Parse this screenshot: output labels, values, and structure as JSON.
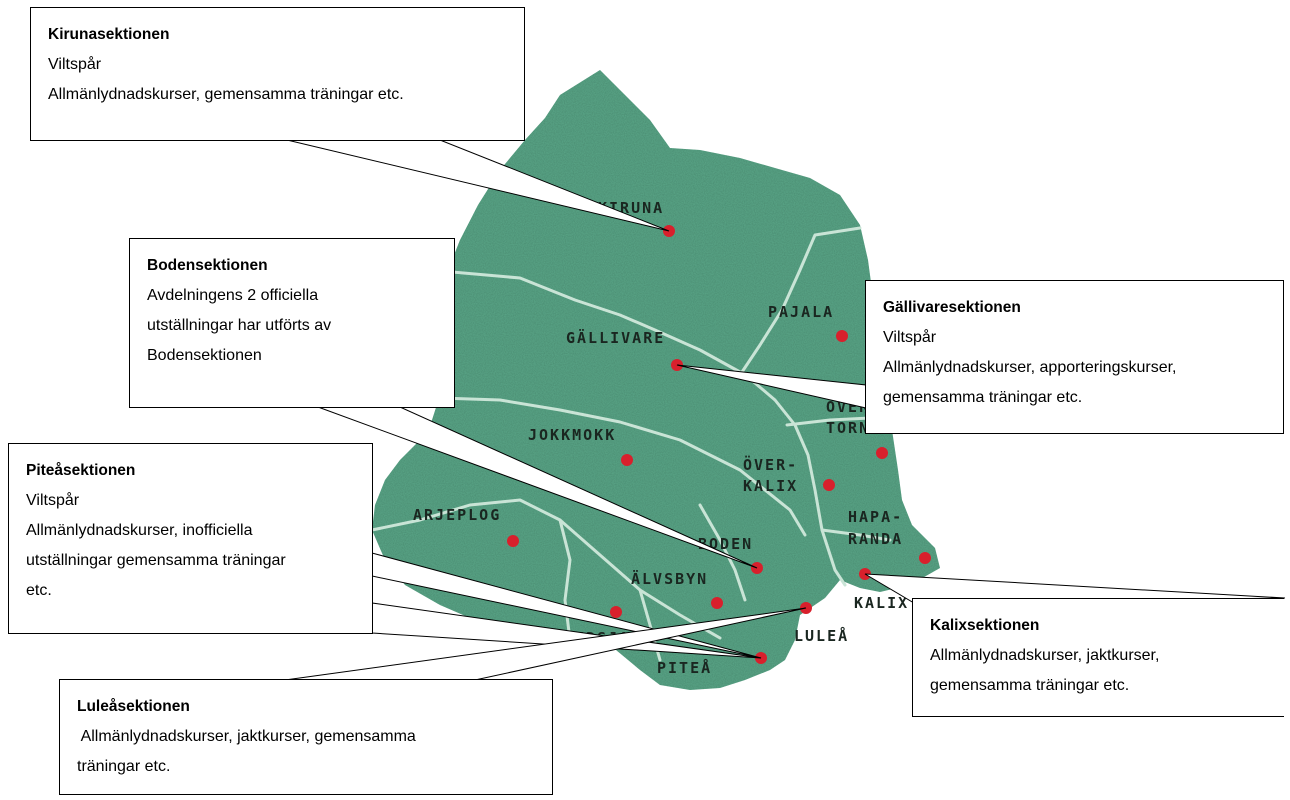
{
  "map": {
    "land_color": "#5ba889",
    "border_color": "#c9e4d6",
    "marker_color": "#d8202c",
    "cities": [
      {
        "name": "KIRUNA"
      },
      {
        "name": "PAJALA"
      },
      {
        "name": "GÄLLIVARE"
      },
      {
        "name": "JOKKMOKK"
      },
      {
        "name": "ÖVER-"
      },
      {
        "name": "KALIX"
      },
      {
        "name": "ARJEPLOG"
      },
      {
        "name": "BODEN"
      },
      {
        "name": "HAPA-"
      },
      {
        "name": "RANDA"
      },
      {
        "name": "ÄLVSBYN"
      },
      {
        "name": "KALIX"
      },
      {
        "name": "LULEÅ"
      },
      {
        "name": "ARVIDSJAUR"
      },
      {
        "name": "PITEÅ"
      },
      {
        "name": "ÖVER"
      },
      {
        "name": "TORNEÅ"
      }
    ]
  },
  "callouts": {
    "kiruna": {
      "title": "Kirunasektionen",
      "lines": [
        "Viltspår",
        "Allmänlydnadskurser, gemensamma träningar etc."
      ]
    },
    "boden": {
      "title": "Bodensektionen",
      "lines": [
        "Avdelningens 2 officiella",
        "utställningar har utförts av",
        "Bodensektionen"
      ]
    },
    "gallivare": {
      "title": "Gällivaresektionen",
      "lines": [
        "Viltspår",
        "Allmänlydnadskurser, apporteringskurser,",
        "gemensamma träningar etc."
      ]
    },
    "pitea": {
      "title": "Piteåsektionen",
      "lines": [
        "Viltspår",
        "Allmänlydnadskurser, inofficiella",
        "utställningar gemensamma träningar",
        "etc."
      ]
    },
    "kalix": {
      "title": "Kalixsektionen",
      "lines": [
        "Allmänlydnadskurser, jaktkurser,",
        "gemensamma träningar etc."
      ]
    },
    "lulea": {
      "title": "Luleåsektionen",
      "lines": [
        " Allmänlydnadskurser, jaktkurser, gemensamma",
        "träningar etc."
      ]
    }
  }
}
